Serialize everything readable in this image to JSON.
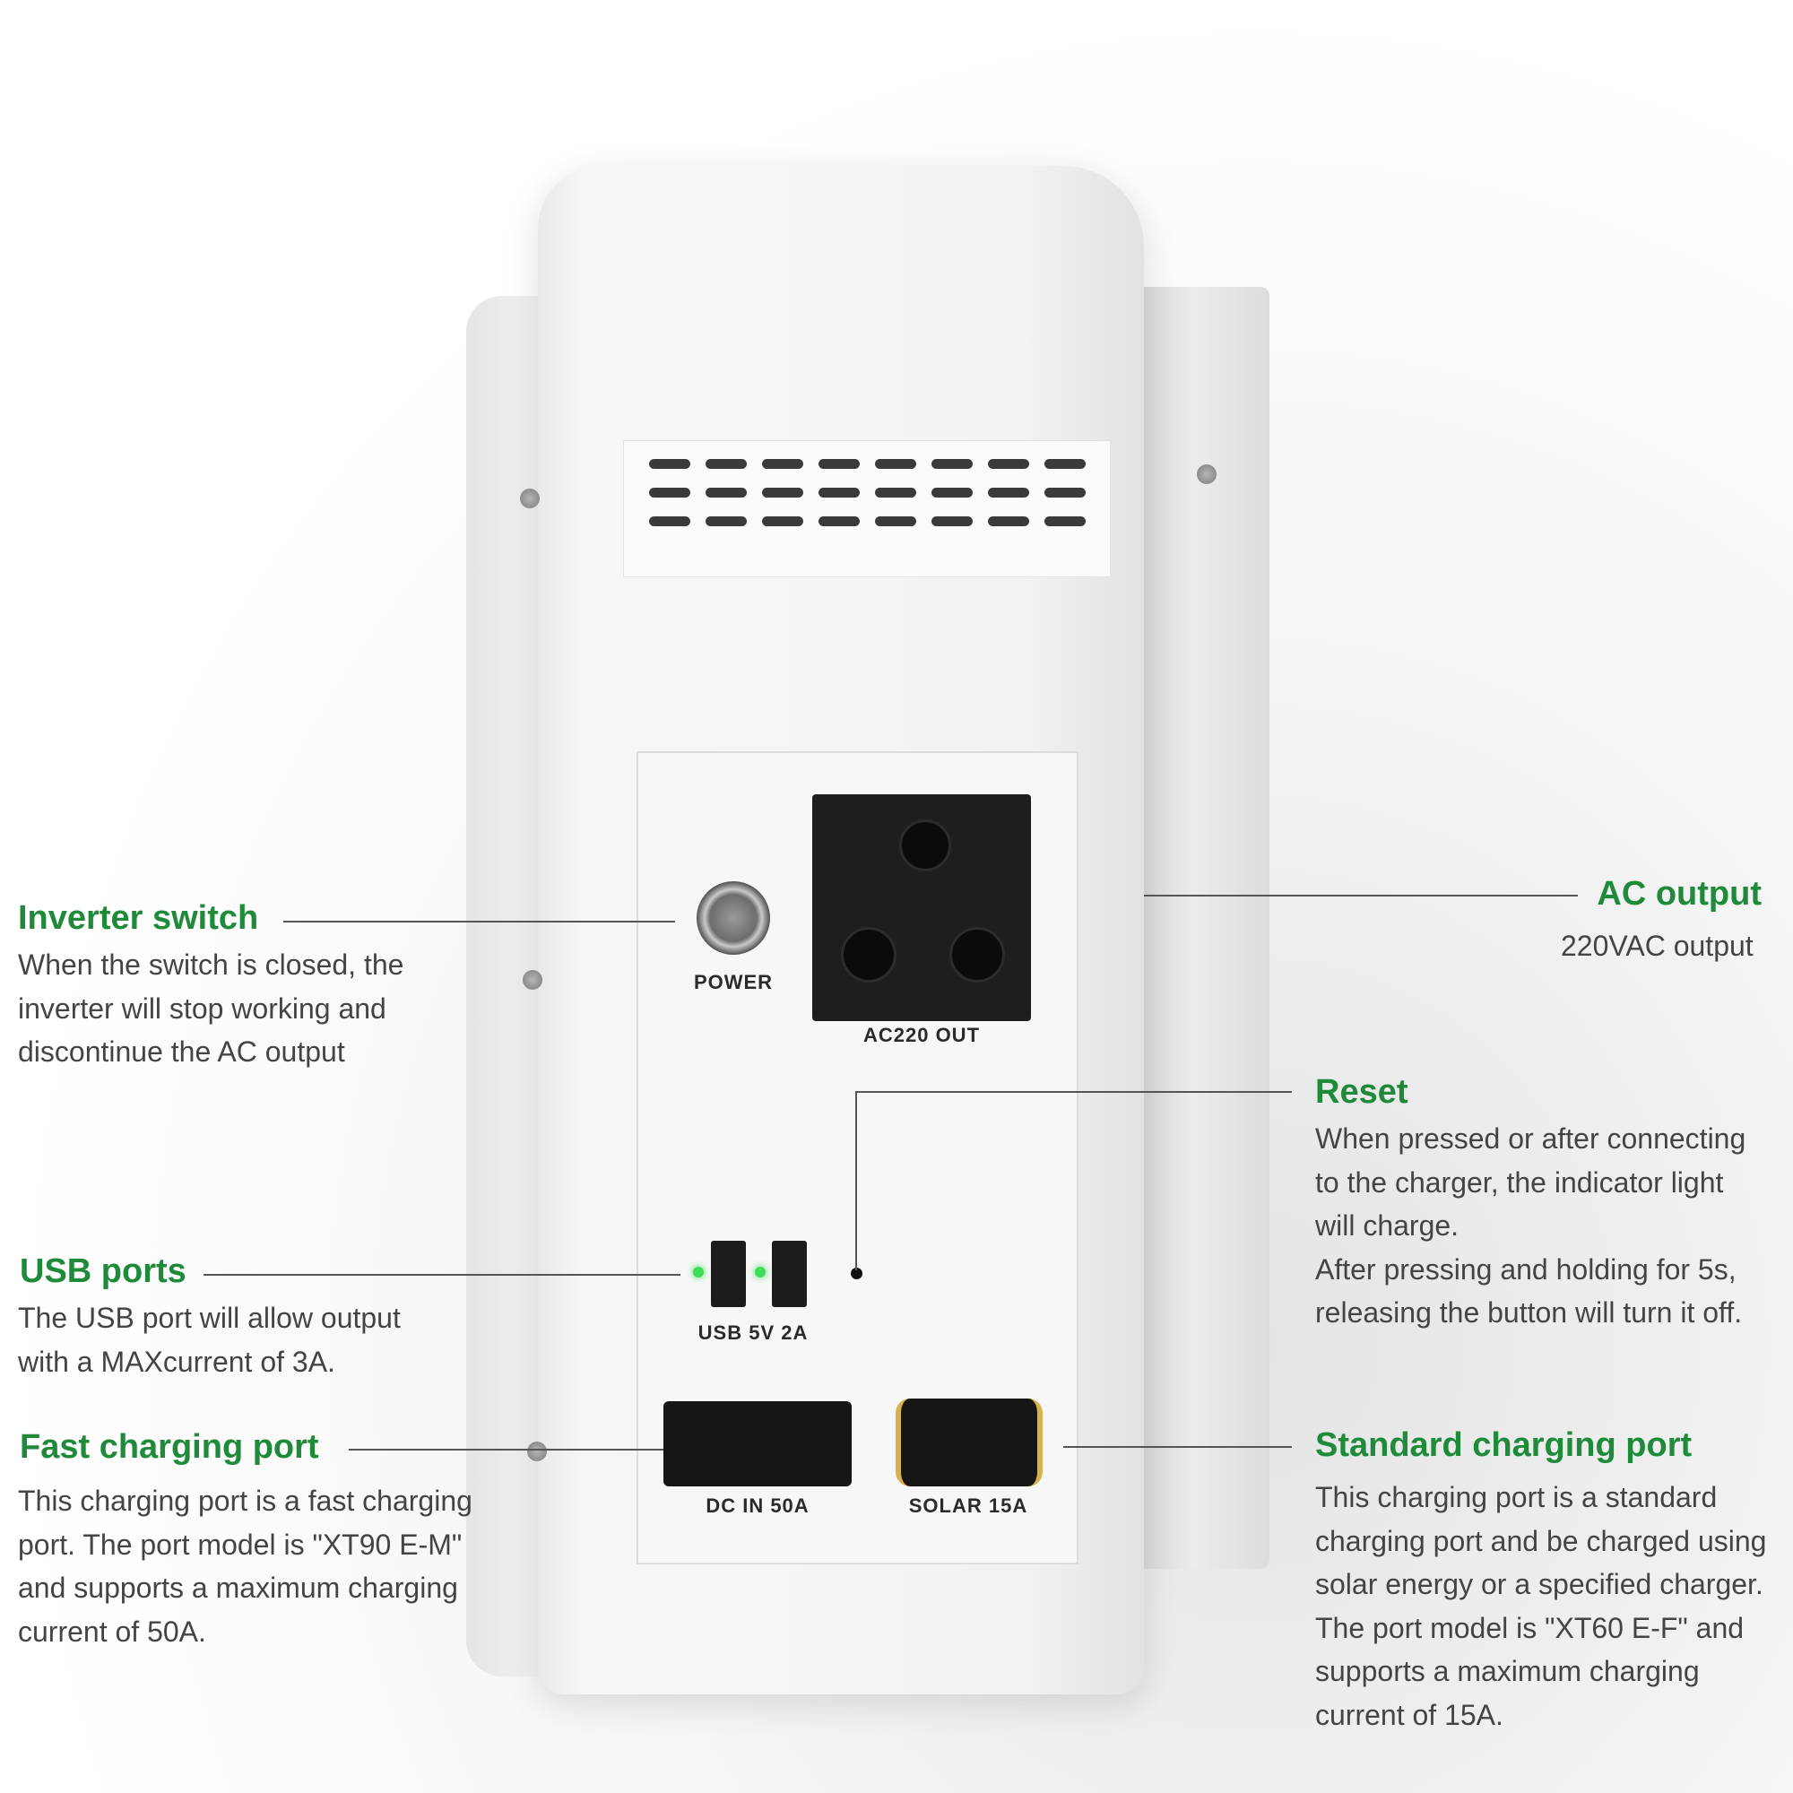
{
  "device": {
    "power_label": "POWER",
    "ac_label": "AC220 OUT",
    "usb_label": "USB 5V 2A",
    "dc_in_label": "DC IN 50A",
    "solar_label": "SOLAR 15A",
    "led_color": "#3ddc5a"
  },
  "callouts": {
    "inverter": {
      "title": "Inverter switch",
      "lines": [
        "When the switch is closed, the",
        "inverter will stop working and",
        "discontinue the AC output"
      ]
    },
    "usb": {
      "title": "USB ports",
      "lines": [
        "The USB port will allow output",
        "with a MAXcurrent of 3A."
      ]
    },
    "fast": {
      "title": "Fast charging port",
      "lines": [
        "This charging port is a fast charging",
        "port. The port model is \"XT90 E-M\"",
        "and supports a maximum charging",
        "current of 50A."
      ]
    },
    "ac": {
      "title": "AC output",
      "lines": [
        "220VAC output"
      ]
    },
    "reset": {
      "title": "Reset",
      "lines": [
        "When pressed or after connecting",
        "to the charger, the indicator light",
        "will charge.",
        "After pressing and holding for 5s,",
        "releasing the button will turn it off."
      ]
    },
    "standard": {
      "title": "Standard charging port",
      "lines": [
        "This charging port is a standard",
        "charging port and be charged using",
        "solar energy or a specified charger.",
        "The port model is \"XT60 E-F\" and",
        "supports a maximum charging",
        "current of 15A."
      ]
    }
  },
  "colors": {
    "accent": "#1f8a3a",
    "text": "#444444"
  }
}
